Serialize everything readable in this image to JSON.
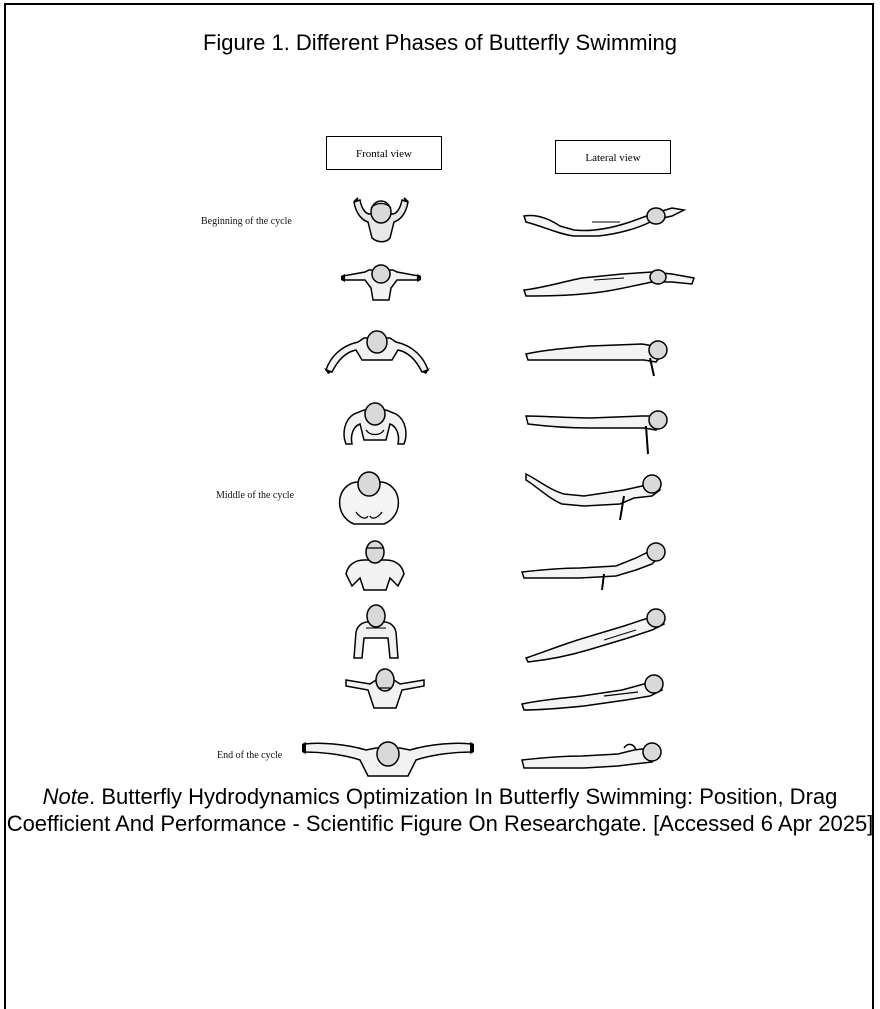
{
  "figure": {
    "title": "Figure 1. Different Phases of Butterfly Swimming"
  },
  "columns": {
    "frontal": "Frontal view",
    "lateral": "Lateral view"
  },
  "phases": {
    "beginning": "Beginning of the cycle",
    "middle": "Middle of the cycle",
    "end": "End of the cycle"
  },
  "note": {
    "prefix": "Note",
    "text": ". Butterfly Hydrodynamics Optimization In Butterfly Swimming: Position, Drag Coefficient And Performance - Scientific Figure On Researchgate. [Accessed 6 Apr 2025]"
  }
}
